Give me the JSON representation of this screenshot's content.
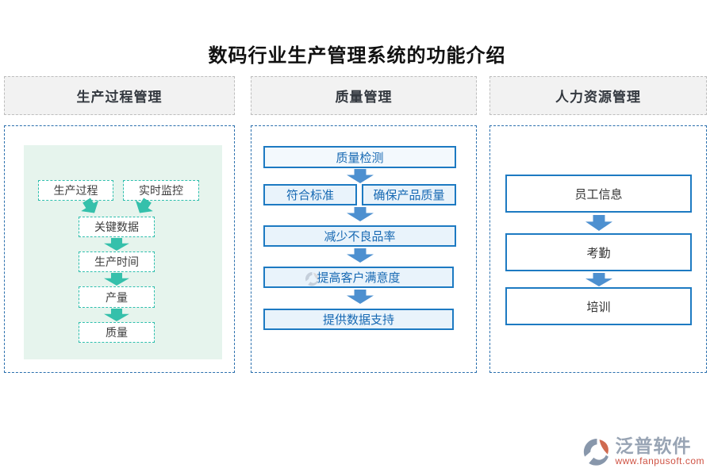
{
  "title": "数码行业生产管理系统的功能介绍",
  "columns": [
    {
      "header": "生产过程管理",
      "nodes": [
        "生产过程",
        "实时监控",
        "关键数据",
        "生产时间",
        "产量",
        "质量"
      ]
    },
    {
      "header": "质量管理",
      "nodes": [
        "质量检测",
        "符合标准",
        "确保产品质量",
        "减少不良品率",
        "提高客户满意度",
        "提供数据支持"
      ]
    },
    {
      "header": "人力资源管理",
      "nodes": [
        "员工信息",
        "考勤",
        "培训"
      ]
    }
  ],
  "footer": {
    "brand": "泛普软件",
    "url": "www.fanpusoft.com"
  },
  "colors": {
    "teal_accent": "#35c0ab",
    "mint_bg": "#e6f4ed",
    "blue_border": "#1d7ac2",
    "blue_text": "#1769b3",
    "blue_arrow": "#4d90d0",
    "panel_dash": "#2a6fad",
    "header_bg": "#f2f2f2",
    "brand_gray": "#98a4b4",
    "url_red": "#cf5243"
  }
}
